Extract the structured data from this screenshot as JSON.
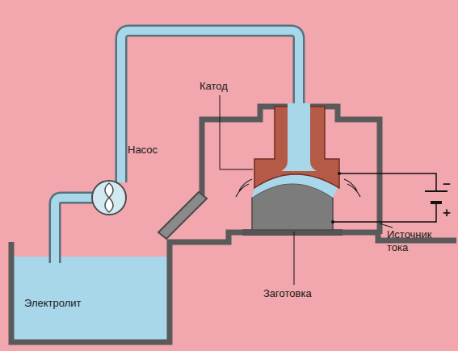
{
  "diagram": {
    "labels": [
      "Насос",
      "Катод",
      "Источник тока",
      "−",
      "+",
      "Заготовка",
      "Электролит"
    ]
  }
}
